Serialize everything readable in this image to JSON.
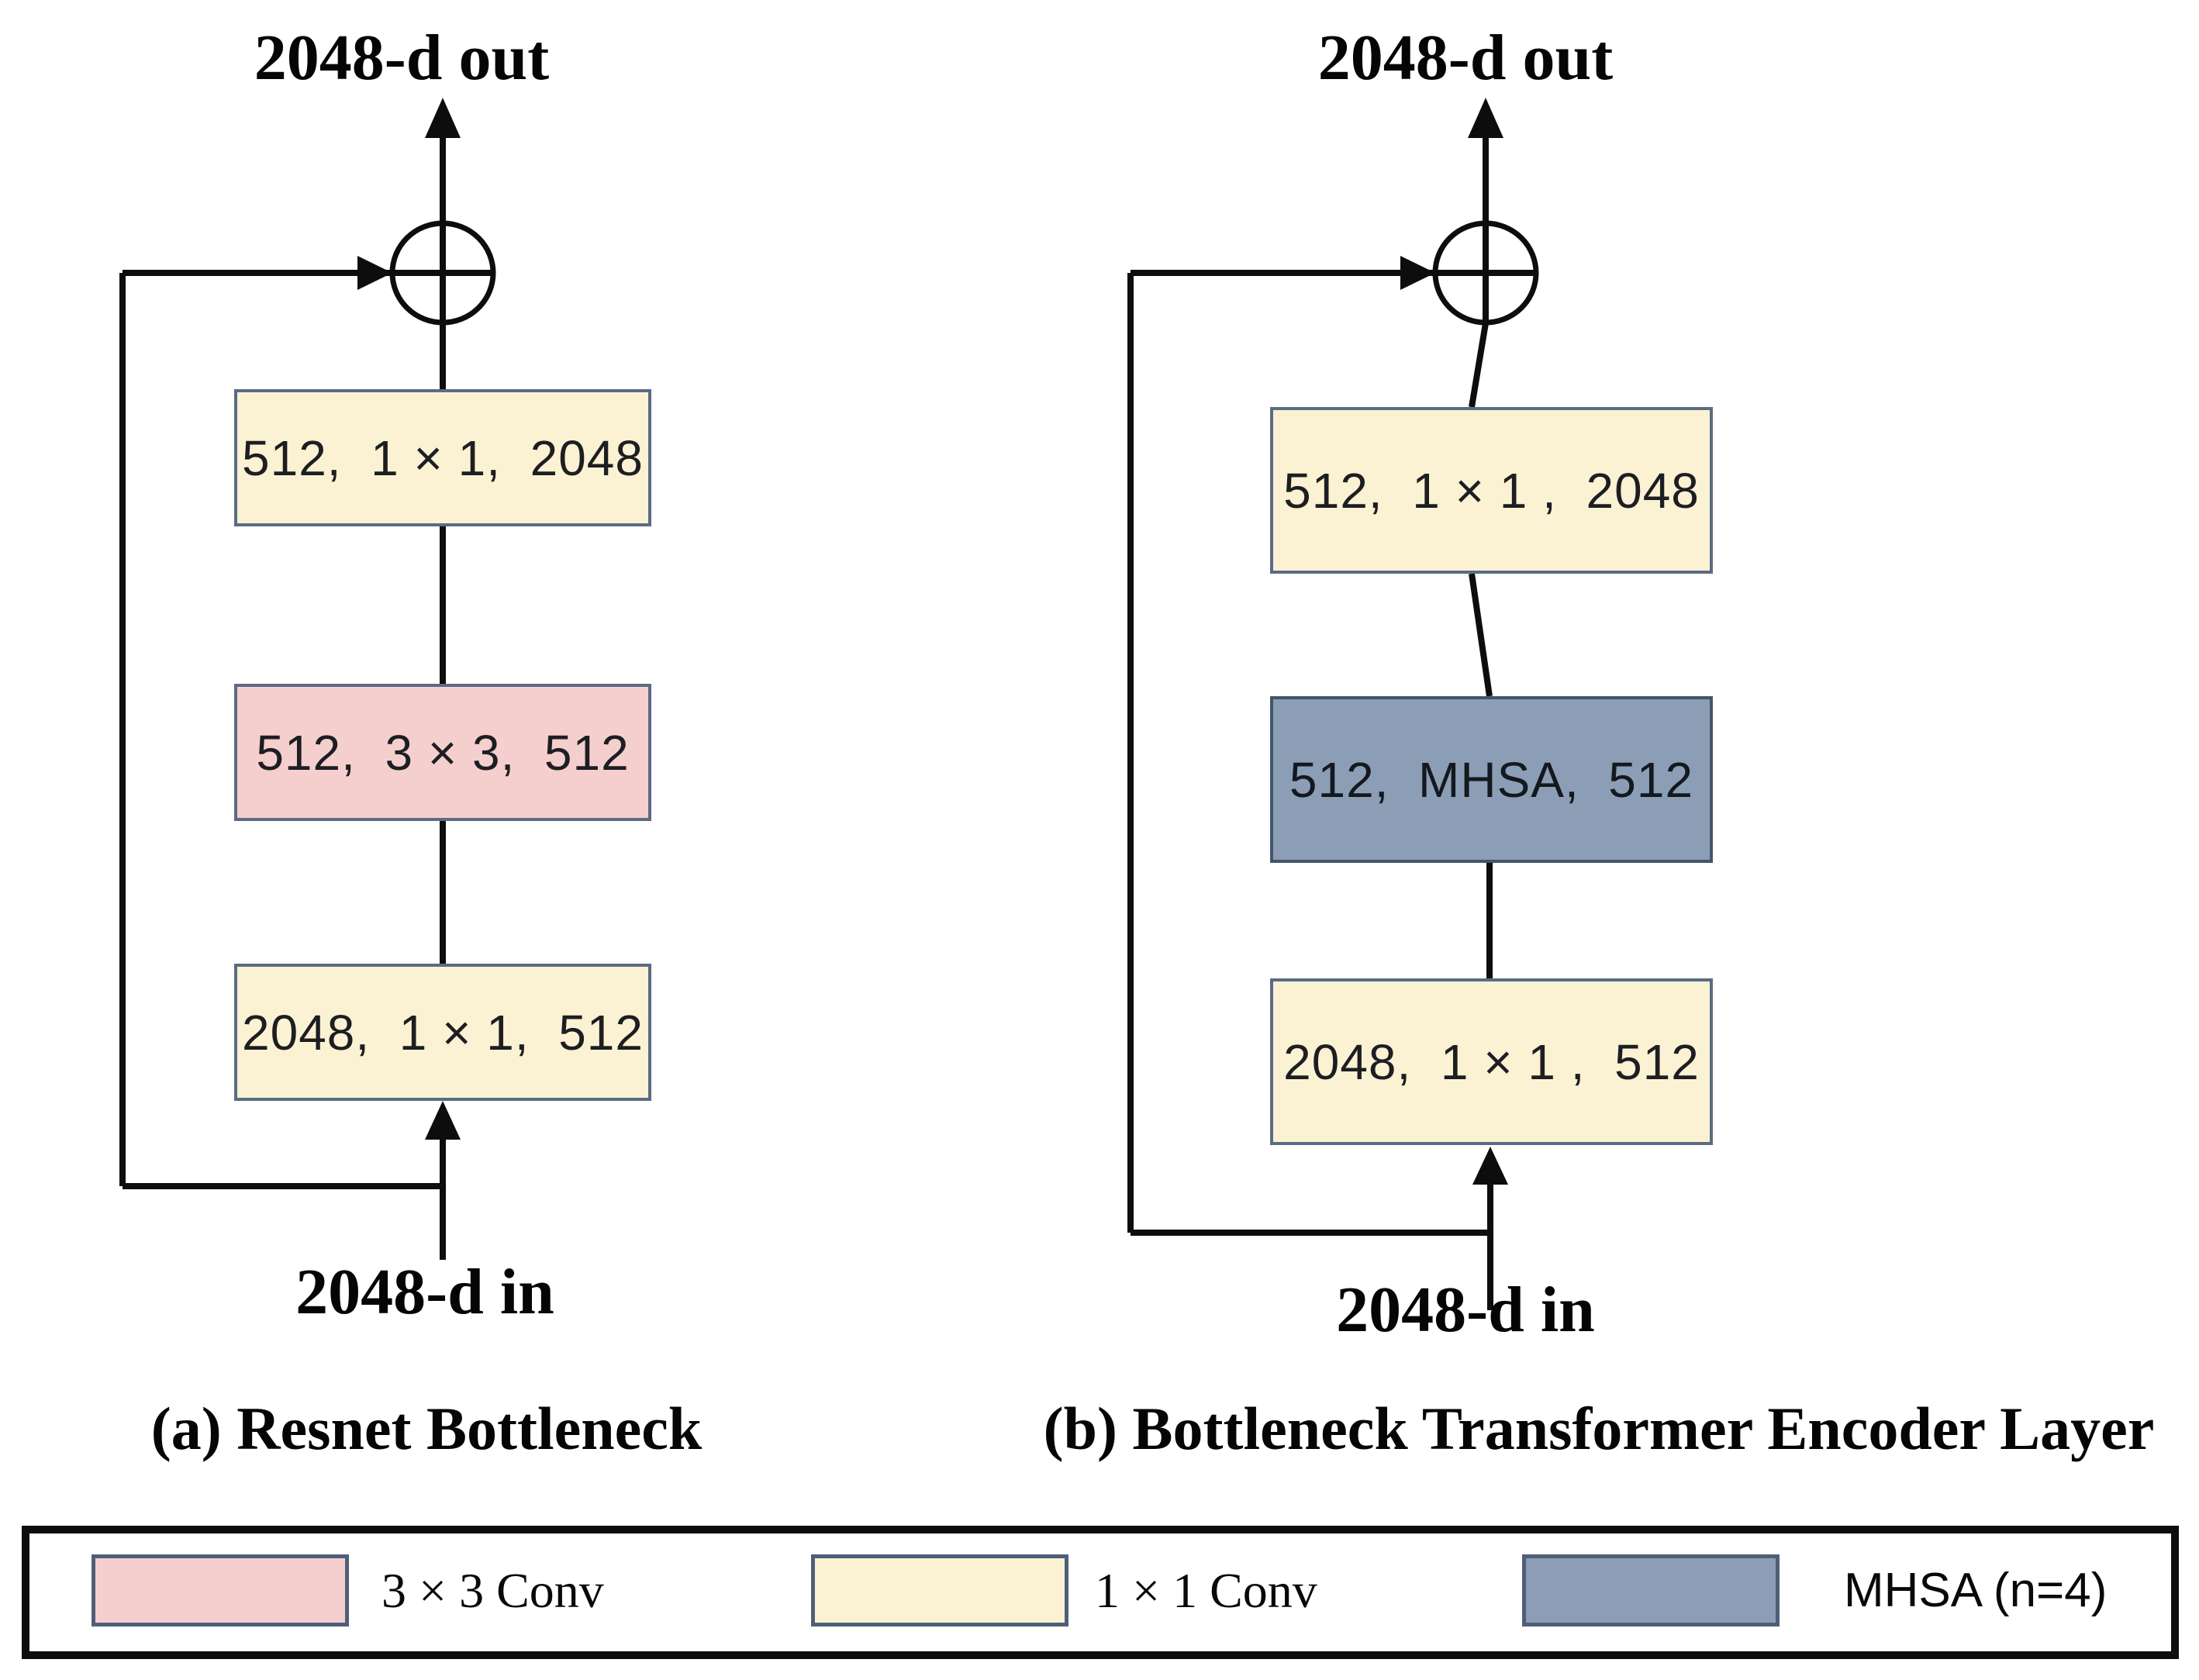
{
  "figure": {
    "type": "architecture-comparison-diagram",
    "description_visible_text_only": true
  },
  "diagrams": [
    {
      "out_label": "2048-d out",
      "in_label": "2048-d in",
      "caption": "(a) Resnet Bottleneck",
      "operator": "elementwise-add",
      "boxes": [
        {
          "label": "512,  1 × 1,  2048",
          "type": "conv1x1"
        },
        {
          "label": "512,  3 × 3,  512",
          "type": "conv3x3"
        },
        {
          "label": "2048,  1 × 1,  512",
          "type": "conv1x1"
        }
      ]
    },
    {
      "out_label": "2048-d out",
      "in_label": "2048-d in",
      "caption": "(b) Bottleneck Transformer Encoder Layer",
      "operator": "elementwise-add",
      "boxes": [
        {
          "label": "512,  1 × 1 ,  2048",
          "type": "conv1x1"
        },
        {
          "label": "512,  MHSA,  512",
          "type": "mhsa"
        },
        {
          "label": "2048,  1 × 1 ,  512",
          "type": "conv1x1"
        }
      ]
    }
  ],
  "legend": {
    "items": [
      {
        "swatch": "conv3x3",
        "label": "3 × 3 Conv"
      },
      {
        "swatch": "conv1x1",
        "label": "1 × 1 Conv"
      },
      {
        "swatch": "mhsa",
        "label": "MHSA (n=4)"
      }
    ]
  },
  "colors": {
    "conv1x1": "#FBF2D3",
    "conv3x3": "#F5CFCD",
    "mhsa": "#8C9EB5",
    "boxBorder": "#5B6B85",
    "mhsaBorder": "#44546A",
    "legendBorder": "#0D0D0D",
    "line": "#0D0D0D"
  }
}
